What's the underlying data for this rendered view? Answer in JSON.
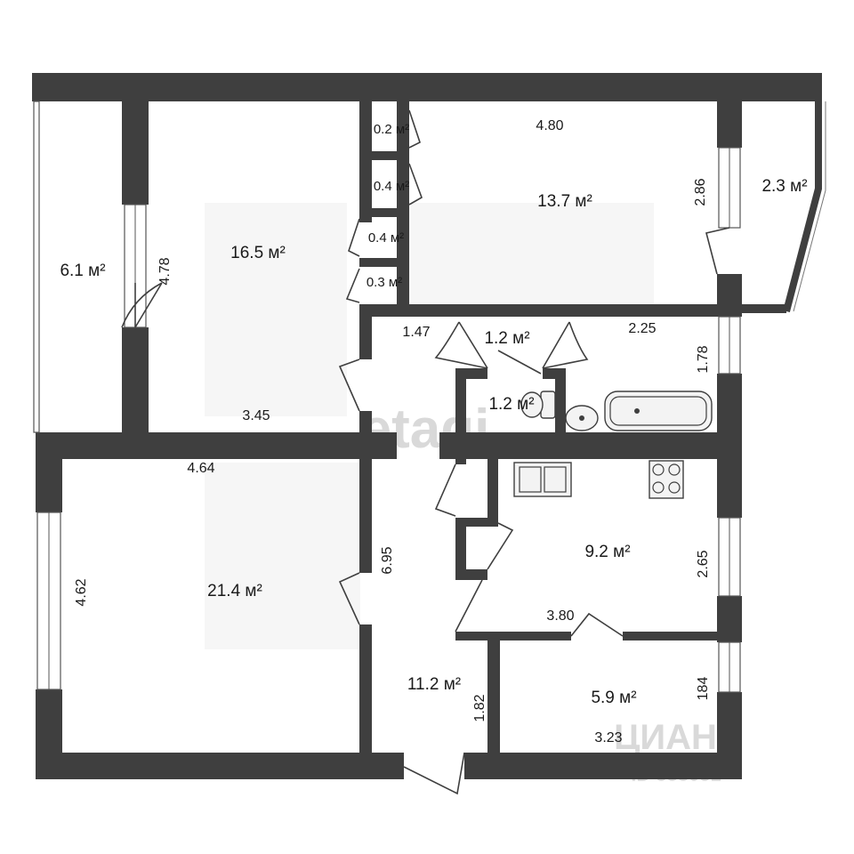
{
  "rooms": {
    "balcony_left": "6.1 м²",
    "bedroom": "16.5 м²",
    "closet_1": "0.2 м²",
    "closet_2": "0.4 м²",
    "closet_3": "0.4 м²",
    "closet_4": "0.3 м²",
    "room_top_right": "13.7 м²",
    "balcony_right": "2.3 м²",
    "toilet": "1.2 м²",
    "bathroom": "1.2 м²",
    "living_room": "21.4 м²",
    "kitchen": "9.2 м²",
    "hall": "11.2 м²",
    "room_bottom_right": "5.9 м²"
  },
  "dimensions": {
    "d_480": "4.80",
    "d_286": "2.86",
    "d_478": "4.78",
    "d_345": "3.45",
    "d_147": "1.47",
    "d_225": "2.25",
    "d_178": "1.78",
    "d_464": "4.64",
    "d_695": "6.95",
    "d_462": "4.62",
    "d_265": "2.65",
    "d_380": "3.80",
    "d_182": "1.82",
    "d_184": "184",
    "d_323": "3.23"
  },
  "watermarks": {
    "center": "etagi",
    "corner_brand": "ЦИАН",
    "corner_id": "ID 538051"
  },
  "colors": {
    "wall": "#3f3f3f",
    "background": "#ffffff",
    "watermark": "#d9d9d9"
  }
}
